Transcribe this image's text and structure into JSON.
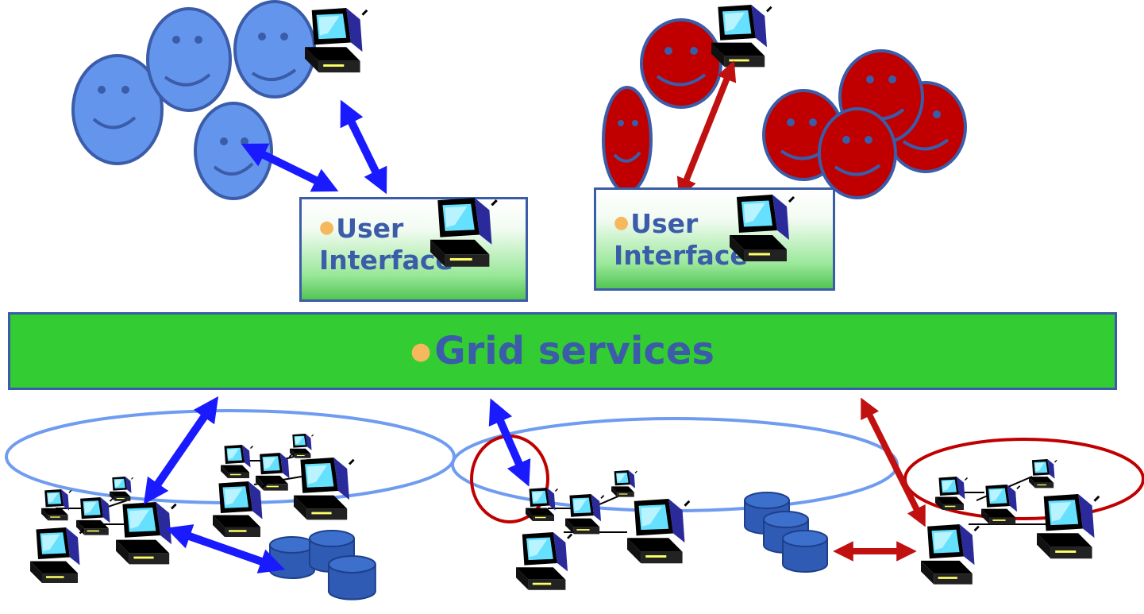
{
  "user_interface_left": {
    "label_line1": "User",
    "label_line2": "Interface"
  },
  "user_interface_right": {
    "label_line1": "User",
    "label_line2": "Interface"
  },
  "grid_services": {
    "label": "Grid services"
  },
  "colors": {
    "blue_group_face": "#6495ed",
    "blue_group_outline": "#3b5ca8",
    "red_group_face": "#c00000",
    "red_group_outline": "#3b5ca8",
    "blue_arrow": "#1a1aff",
    "red_arrow": "#c01010",
    "grid_bar": "#33cc33",
    "text": "#3b5ca8",
    "bullet": "#f5b85c",
    "cluster_ring_blue": "#6f9cf0",
    "cluster_ring_red": "#c00000",
    "database": "#2f5bb5"
  },
  "icons": [
    "smiley-face-icon",
    "computer-icon",
    "database-icon",
    "double-arrow-icon"
  ]
}
